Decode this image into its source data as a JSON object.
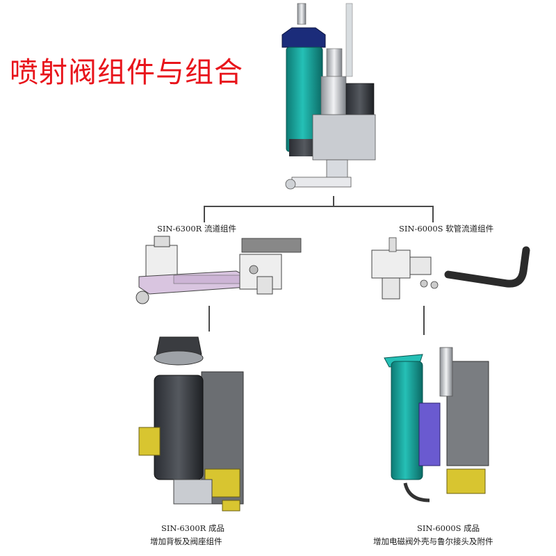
{
  "title": "喷射阀组件与组合",
  "left_branch": {
    "component_label": "SIN-6300R 流道组件",
    "product_label_line1": "SIN-6300R 成品",
    "product_label_line2": "增加背板及阀座组件"
  },
  "right_branch": {
    "component_label": "SIN-6000S 软管流道组件",
    "product_label_line1": "SIN-6000S 成品",
    "product_label_line2": "增加电磁阀外壳与鲁尔接头及附件"
  },
  "colors": {
    "title": "#e8141b",
    "teal_body": "#1aa39c",
    "navy_cap": "#1b2c7a",
    "violet_panel": "#6a5ad0",
    "brass": "#d8c530"
  }
}
